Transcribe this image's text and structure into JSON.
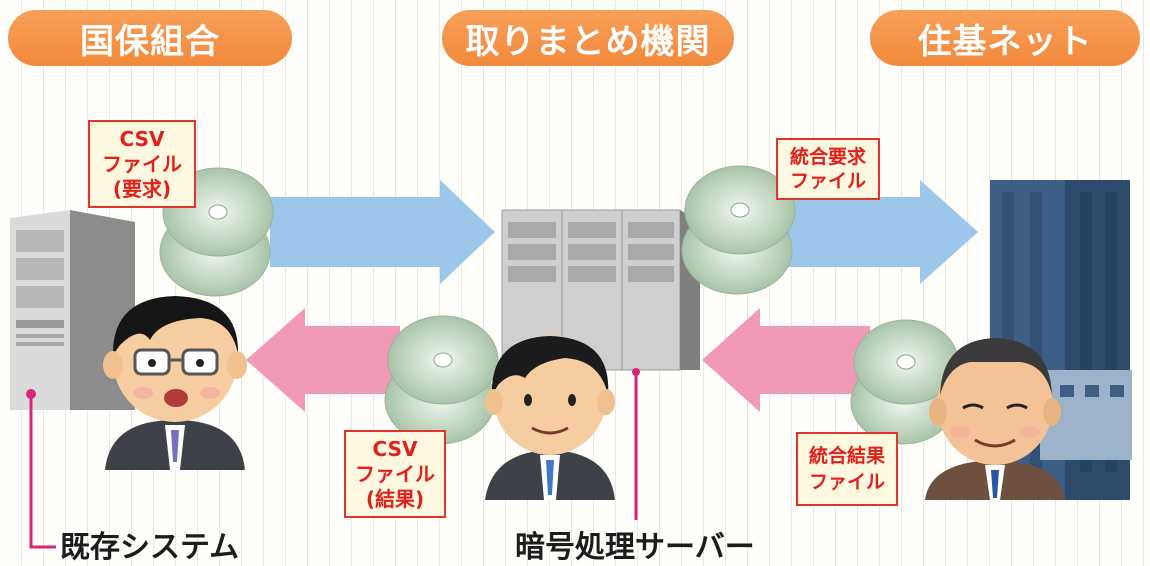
{
  "headers": {
    "left": "国保組合",
    "center": "取りまとめ機関",
    "right": "住基ネット"
  },
  "callouts": {
    "csv_request": [
      "CSV",
      "ファイル",
      "(要求)"
    ],
    "integration_request": [
      "統合要求",
      "ファイル"
    ],
    "csv_result": [
      "CSV",
      "ファイル",
      "(結果)"
    ],
    "integration_result": [
      "統合結果",
      "ファイル"
    ]
  },
  "labels": {
    "existing_system": "既存システム",
    "encryption_server": "暗号処理サーバー"
  },
  "colors": {
    "header": "#f2893b",
    "arrow_forward": "#9cc7ea",
    "arrow_back": "#f09ab8",
    "callout_border": "#e1342a",
    "callout_bg": "#fff8e1",
    "leader_line": "#d6257a"
  }
}
